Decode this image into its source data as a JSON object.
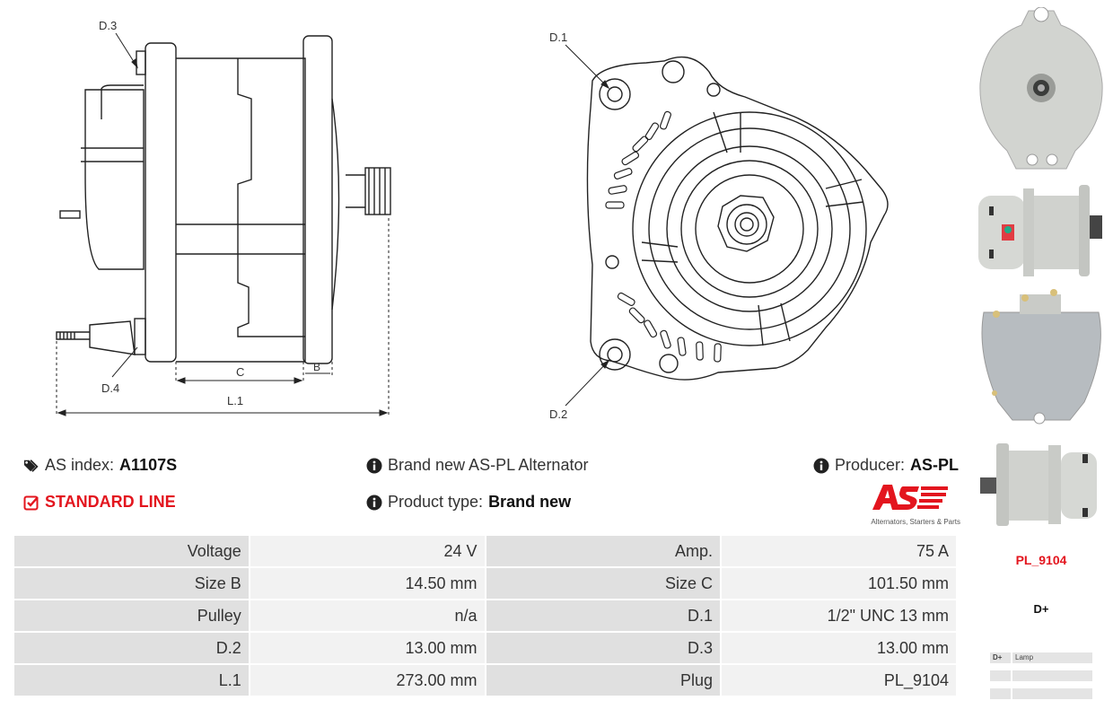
{
  "drawing": {
    "side_labels": {
      "d3": "D.3",
      "d4": "D.4",
      "c": "C",
      "b": "B",
      "l1": "L.1"
    },
    "front_labels": {
      "d1": "D.1",
      "d2": "D.2"
    }
  },
  "info": {
    "as_index_label": "AS index:",
    "as_index_value": "A1107S",
    "line": "STANDARD LINE",
    "description": "Brand new AS-PL Alternator",
    "product_type_label": "Product type:",
    "product_type_value": "Brand new",
    "producer_label": "Producer:",
    "producer_value": "AS-PL",
    "logo_tagline": "Alternators, Starters & Parts",
    "logo_text": "AS"
  },
  "specs": [
    {
      "l1": "Voltage",
      "v1": "24 V",
      "l2": "Amp.",
      "v2": "75 A"
    },
    {
      "l1": "Size B",
      "v1": "14.50 mm",
      "l2": "Size C",
      "v2": "101.50 mm"
    },
    {
      "l1": "Pulley",
      "v1": "n/a",
      "l2": "D.1",
      "v2": "1/2\" UNC 13 mm"
    },
    {
      "l1": "D.2",
      "v1": "13.00 mm",
      "l2": "D.3",
      "v2": "13.00 mm"
    },
    {
      "l1": "L.1",
      "v1": "273.00 mm",
      "l2": "Plug",
      "v2": "PL_9104"
    }
  ],
  "sidebar": {
    "plug_code": "PL_9104",
    "terminal": "D+",
    "mini_table": [
      {
        "c1": "D+",
        "c2": "Lamp"
      },
      {
        "c1": "",
        "c2": ""
      },
      {
        "c1": "",
        "c2": ""
      }
    ]
  },
  "colors": {
    "accent": "#e3151e",
    "label_bg": "#e0e0e0",
    "value_bg": "#f2f2f2",
    "photo_grey": "#c9cbc7"
  }
}
